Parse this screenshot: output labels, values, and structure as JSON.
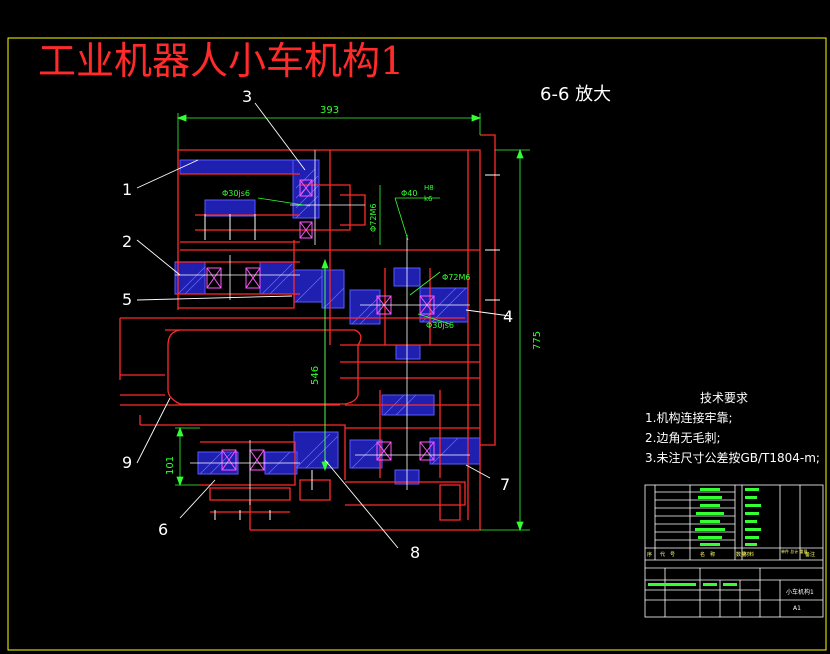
{
  "title": "工业机器人小车机构1",
  "section_label": "6-6  放大",
  "dimensions": {
    "width_top": "393",
    "height_right": "775",
    "height_mid": "546",
    "height_left": "101",
    "fit_1": "Φ30js6",
    "fit_2": "Φ72M6",
    "fit_3": "Φ40",
    "fit_3_tol_top": "H8",
    "fit_3_tol_bot": "k6",
    "fit_4": "Φ72M6",
    "fit_5": "Φ30js6"
  },
  "callouts": [
    "1",
    "2",
    "3",
    "4",
    "5",
    "6",
    "7",
    "8",
    "9"
  ],
  "tech_requirements": {
    "heading": "技术要求",
    "items": [
      "1.机构连接牢靠;",
      "2.边角无毛刺;",
      "3.未注尺寸公差按GB/T1804-m;"
    ]
  },
  "title_block": {
    "header_cells": [
      "序",
      "代　号",
      "名　称",
      "数量",
      "材料",
      "单件 总计 重量",
      "备注"
    ],
    "drawing_name": "小车机构1",
    "sheet": "A1"
  },
  "colors": {
    "outline": "#ff2a2a",
    "dimension": "#33ff33",
    "hatch": "#4040ff",
    "centerline": "#ffffff",
    "frame": "#ffff00",
    "crossmark": "#ff33ff"
  }
}
